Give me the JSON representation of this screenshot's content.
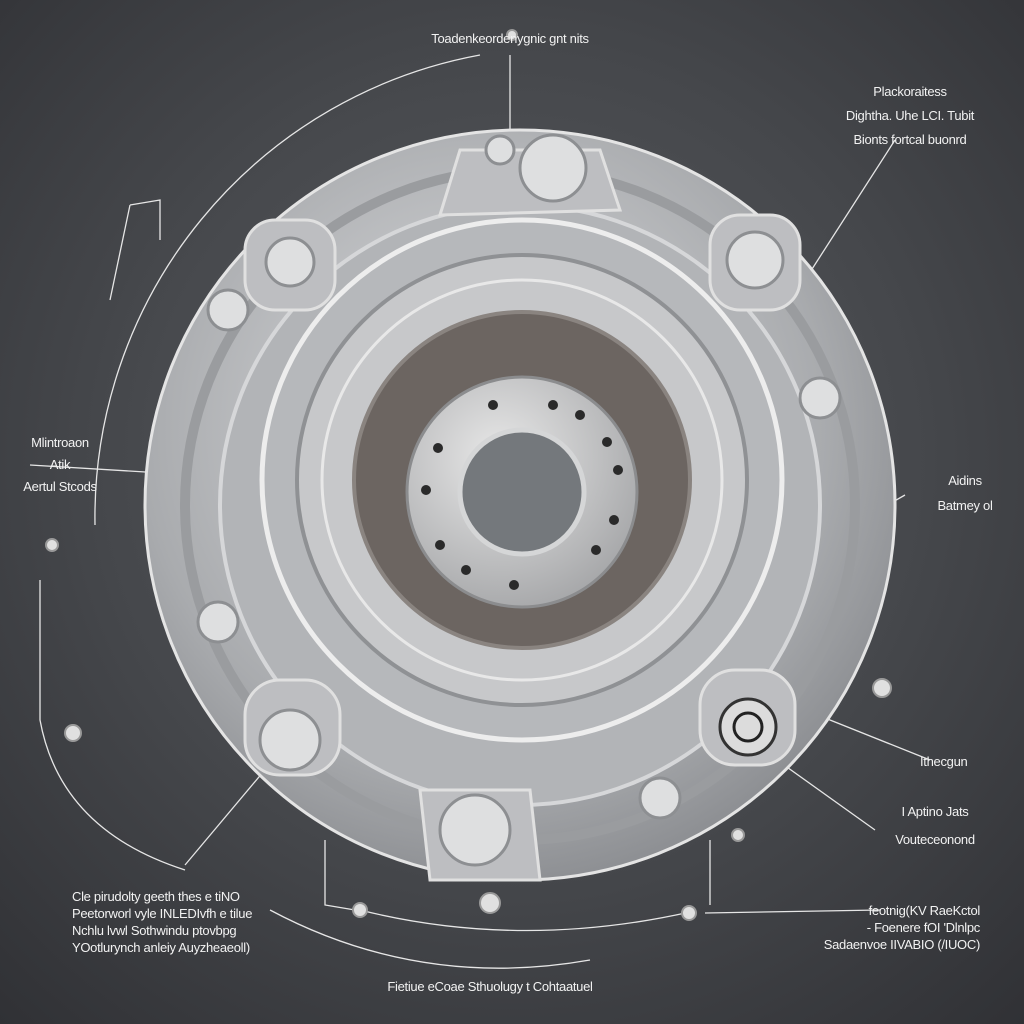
{
  "diagram": {
    "title_top": "Toadenkeordenygnic gnt nits",
    "caption_bottom": "Fietiue eCoae Sthuolugy t Cohtaatuel",
    "labels": {
      "top_right": [
        "Plackoraitess",
        "Dightha. Uhe LCI. Tubit",
        "Bionts fortcal buonrd"
      ],
      "left": [
        "Mlintroaon",
        "Atik",
        "Aertul Stcods"
      ],
      "right_mid": [
        "Aidins",
        "Batmey ol"
      ],
      "right_lower": [
        "Ithecgun"
      ],
      "right_lower2": [
        "I Aptino Jats",
        "Vouteceonond"
      ],
      "bottom_left": [
        "Cle pirudolty geeth thes e tiNO",
        "Peetorworl vyle INLEDIvfh e tilue",
        "Nchlu lvwl Sothwindu ptovbpg",
        "YOotlurynch anleiy Auyzheaeoll)"
      ],
      "bottom_right": [
        "feotnig(KV RaeKctol",
        "- Foenere fOI 'Dlnlpc",
        "Sadaenvoe IIVABIO (/IUOC)"
      ]
    },
    "colors": {
      "background": "#45474b",
      "metal": "#c9cacc",
      "ring_dark": "#6c6561",
      "line": "#e6e6e6"
    }
  }
}
